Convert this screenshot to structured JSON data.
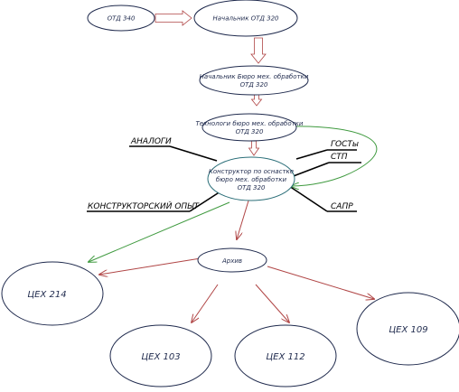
{
  "colors": {
    "node_stroke": "#1f2a4d",
    "arrow_red": "#b04545",
    "arrow_green": "#3f9a3f",
    "label_line": "#000000"
  },
  "nodes": {
    "otd340": {
      "line1": "ОТД 340"
    },
    "head": {
      "line1": "Начальник ОТД 320"
    },
    "bureau_head": {
      "line1": "Начальник Бюро мех. обработки",
      "line2": "ОТД 320"
    },
    "technologist": {
      "line1": "Технологи бюро мех. обработки",
      "line2": "ОТД 320"
    },
    "designer": {
      "line1": "Конструктор по оснастке",
      "line2": "бюро мех. обработки",
      "line3": "ОТД 320"
    },
    "archive": {
      "line1": "Архив"
    },
    "tsekh214": {
      "line1": "ЦЕХ 214"
    },
    "tsekh103": {
      "line1": "ЦЕХ 103"
    },
    "tsekh112": {
      "line1": "ЦЕХ 112"
    },
    "tsekh109": {
      "line1": "ЦЕХ 109"
    }
  },
  "labels": {
    "analogi": "АНАЛОГИ",
    "gosty": "ГОСТы",
    "stp": "СТП",
    "sapr": "САПР",
    "experience": "КОНСТРУКТОРСКИЙ ОПЫТ"
  }
}
